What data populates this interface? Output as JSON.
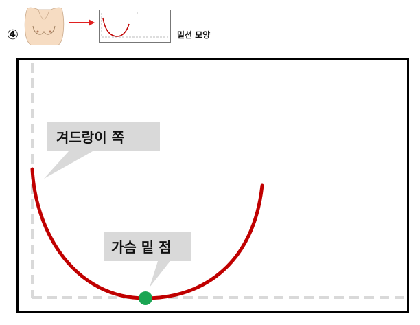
{
  "header": {
    "step_number": "④",
    "caption": "밑선 모양"
  },
  "diagram": {
    "callouts": {
      "armpit": "겨드랑이 쪽",
      "under_breast": "가슴 밑 점"
    },
    "colors": {
      "curve": "#c00000",
      "point": "#1aa553",
      "guide": "#d9d9d9",
      "callout_bg": "#d9d9d9",
      "frame": "#000000",
      "arrow": "#e02020"
    }
  }
}
